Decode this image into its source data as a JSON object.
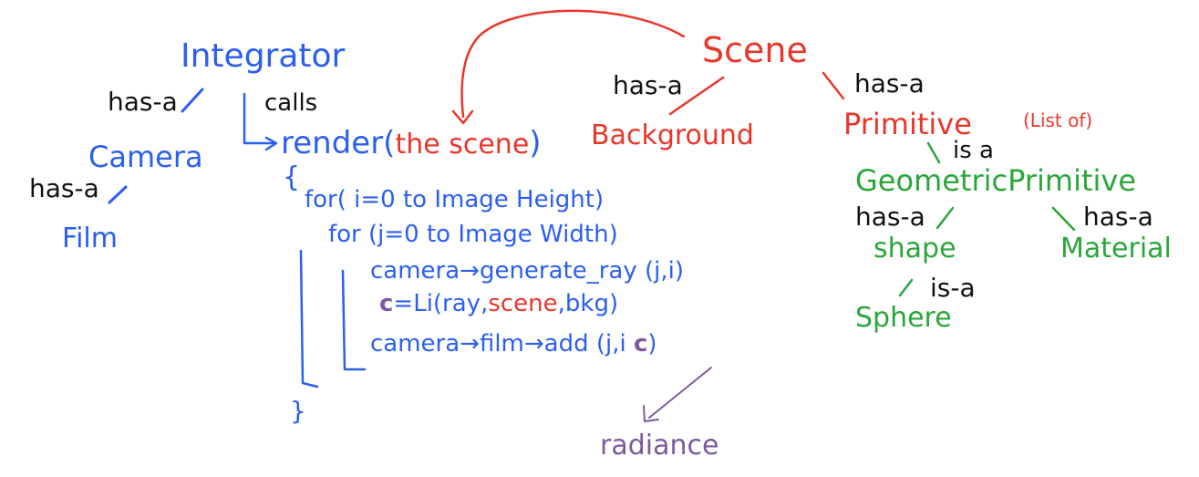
{
  "colors": {
    "blue": "#2b5ff0",
    "red": "#e8372a",
    "green": "#2aa63a",
    "purple": "#7d5a9e",
    "black": "#111111"
  },
  "left": {
    "integrator": "Integrator",
    "has_a_camera": "has-a",
    "camera": "Camera",
    "has_a_film": "has-a",
    "film": "Film",
    "calls": "calls",
    "render": "render(",
    "the_scene": "the scene",
    "render_close": ")",
    "open_brace": "{",
    "loop1": "for( i=0 to Image Height)",
    "loop2": "for (j=0 to Image Width)",
    "line1": "camera→generate_ray (j,i)",
    "line2_c": "c",
    "line2_a": "=Li(ray,",
    "line2_scene": "scene",
    "line2_b": ",bkg)",
    "line3_a": "camera→film→add (j,i ",
    "line3_c": "c",
    "line3_b": ")",
    "close_brace": "}",
    "radiance": "radiance"
  },
  "right": {
    "scene": "Scene",
    "has_a_background": "has-a",
    "background": "Background",
    "has_a_primitive": "has-a",
    "primitive": "Primitive",
    "list_of": "(List of)",
    "is_a_geometric": "is a",
    "geometric_primitive": "GeometricPrimitive",
    "has_a_shape": "has-a",
    "shape": "shape",
    "has_a_material": "has-a",
    "material": "Material",
    "is_a_sphere": "is-a",
    "sphere": "Sphere"
  }
}
